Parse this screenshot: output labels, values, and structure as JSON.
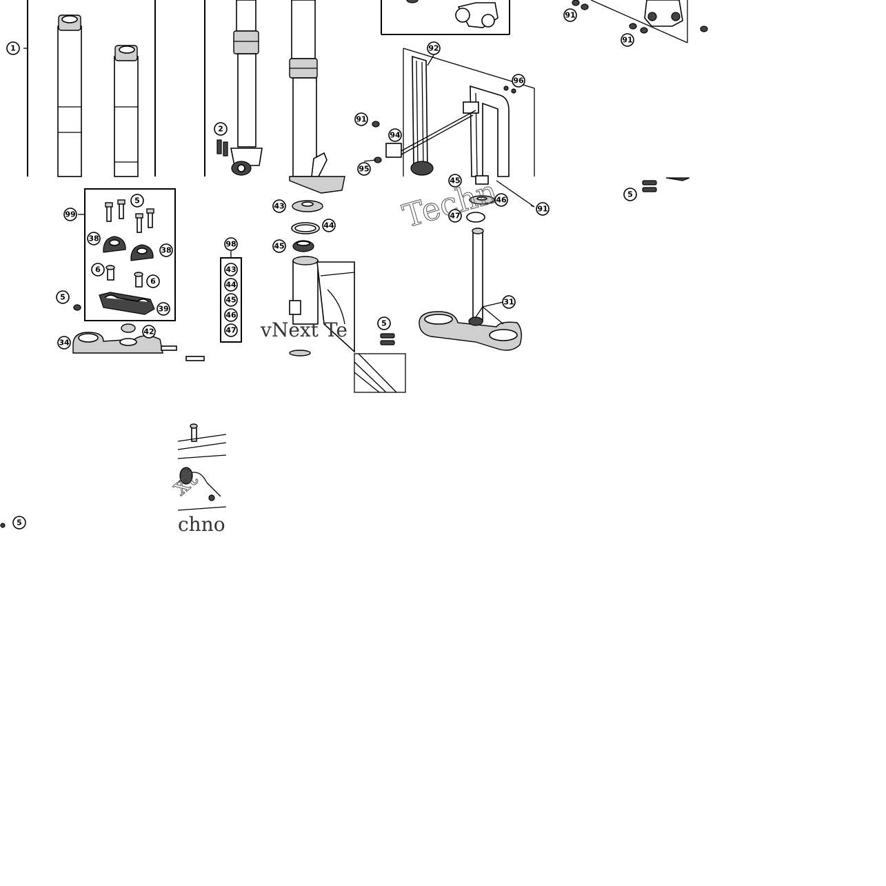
{
  "callouts": {
    "c1": "1",
    "c2": "2",
    "c91a": "91",
    "c91b": "91",
    "c91c": "91",
    "c91d": "91",
    "c92": "92",
    "c94": "94",
    "c95": "95",
    "c96": "96",
    "c45a": "45",
    "c46a": "46",
    "c47a": "47",
    "c5a": "5",
    "c5b": "5",
    "c5c": "5",
    "c5d": "5",
    "c5e": "5",
    "c99": "99",
    "c38a": "38",
    "c38b": "38",
    "c6a": "6",
    "c6b": "6",
    "c39": "39",
    "c42": "42",
    "c34": "34",
    "c43a": "43",
    "c44a": "44",
    "c45b": "45",
    "c98": "98",
    "c43b": "43",
    "c44b": "44",
    "c45c": "45",
    "c46b": "46",
    "c47b": "47",
    "c31": "31"
  },
  "watermarks": {
    "w1": "Techn",
    "w2": "vNext Te",
    "w3": "chno",
    "w4": "xt"
  }
}
